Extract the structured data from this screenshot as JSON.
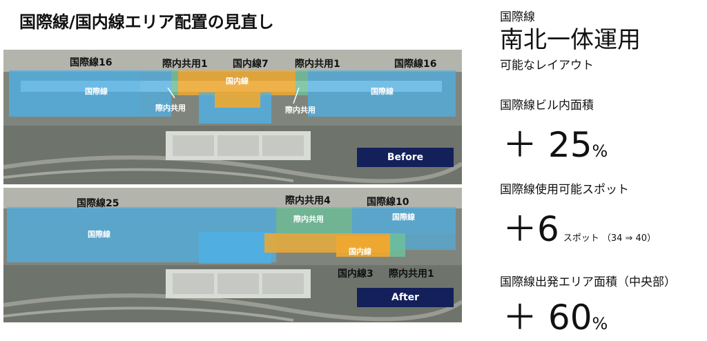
{
  "title": "国際線/国内線エリア配置の見直し",
  "before": {
    "badge": "Before",
    "labels": {
      "intl_left_top": "国際線16",
      "shared_left_top": "際内共用1",
      "dom_top": "国内線7",
      "shared_right_top": "際内共用1",
      "intl_right_top": "国際線16",
      "intl_left_zone": "国際線",
      "dom_zone": "国内線",
      "intl_right_zone": "国際線",
      "shared_left_zone": "際内共用",
      "shared_right_zone": "際内共用"
    }
  },
  "after": {
    "badge": "After",
    "labels": {
      "intl_top": "国際線25",
      "shared_top": "際内共用4",
      "intl_right_top": "国際線10",
      "intl_left_zone": "国際線",
      "shared_zone": "際内共用",
      "intl_right_zone": "国際線",
      "dom_zone": "国内線",
      "dom_bottom": "国内線3",
      "shared_bottom": "際内共用1"
    }
  },
  "stats": {
    "s1_label": "国際線",
    "s1_value": "南北一体運用",
    "s1_sub": "可能なレイアウト",
    "s2_label": "国際線ビル内面積",
    "s2_value": "＋ 25",
    "s2_unit": "%",
    "s3_label": "国際線使用可能スポット",
    "s3_value": "＋6",
    "s3_unit": "スポット",
    "s3_note": "（34 ⇒ 40）",
    "s4_label": "国際線出発エリア面積（中央部）",
    "s4_value": "＋ 60",
    "s4_unit": "%"
  },
  "colors": {
    "international": "#4fb0e6",
    "domestic": "#f0a830",
    "shared": "#6dbf9a",
    "badge": "#13205a",
    "terrain": "#8a8f86"
  }
}
